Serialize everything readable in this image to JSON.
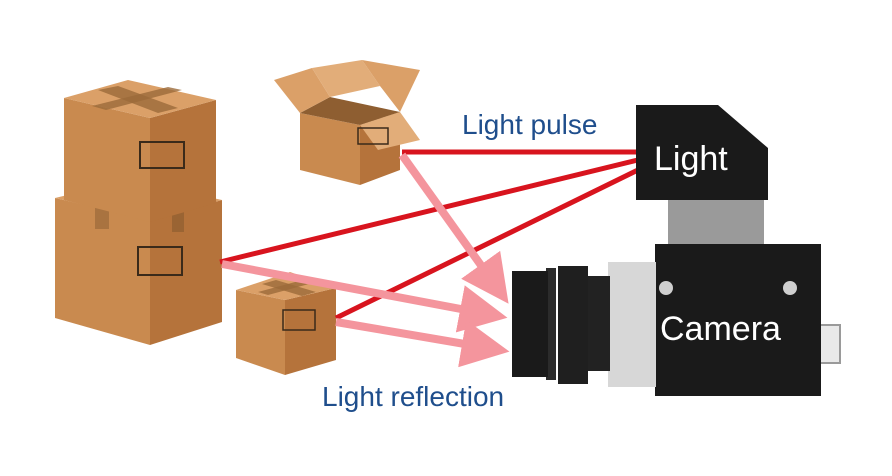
{
  "labels": {
    "light_pulse": "Light pulse",
    "light_reflection": "Light reflection",
    "light": "Light",
    "camera": "Camera"
  },
  "icons": {
    "box": "cardboard-box-icon",
    "open_box": "open-cardboard-box-icon",
    "light_unit": "light-emitter-icon",
    "camera_unit": "camera-icon"
  },
  "colors": {
    "pulse": "#d8141e",
    "reflection": "#f4959d",
    "label": "#1f4e8c",
    "device": "#1a1a1a",
    "device_gray": "#9a9a9a",
    "lens_silver": "#d7d7d7",
    "box_light": "#dba068",
    "box_mid": "#c98a4f",
    "box_dark": "#b5733b",
    "tape": "#9b6a3a"
  }
}
